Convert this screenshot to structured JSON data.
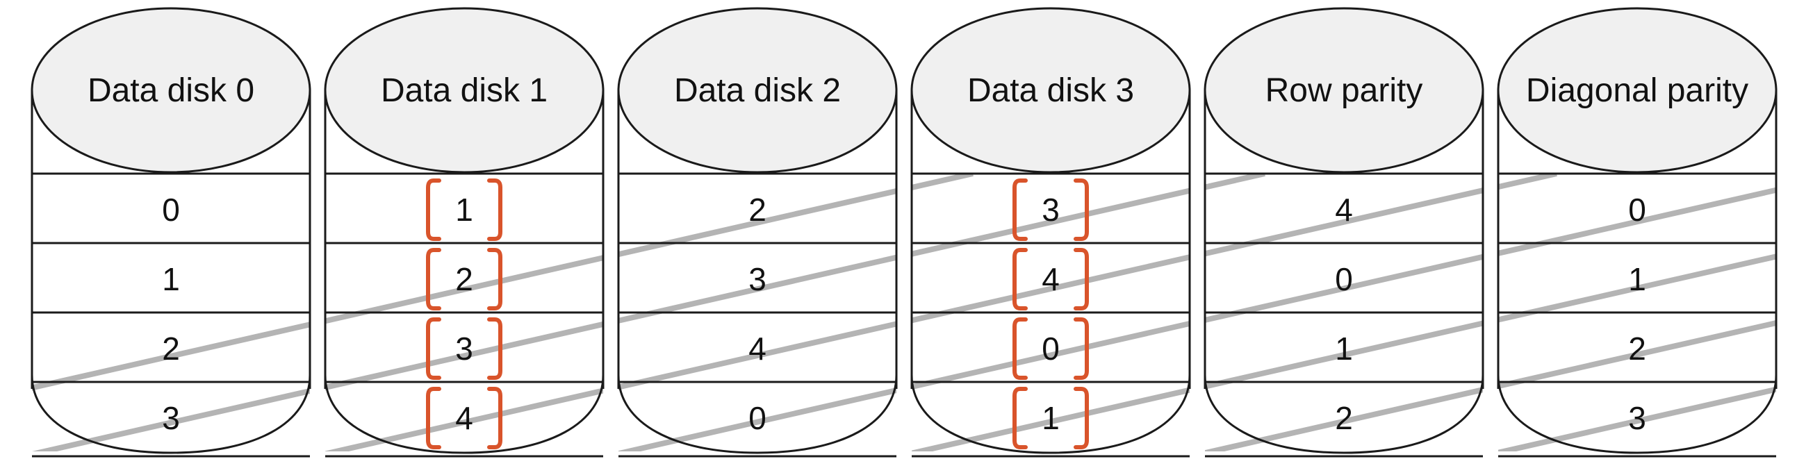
{
  "disks": [
    {
      "label": "Data disk 0",
      "cells": [
        "0",
        "1",
        "2",
        "3"
      ],
      "highlighted": [
        false,
        false,
        false,
        false
      ]
    },
    {
      "label": "Data disk 1",
      "cells": [
        "1",
        "2",
        "3",
        "4"
      ],
      "highlighted": [
        true,
        true,
        true,
        true
      ]
    },
    {
      "label": "Data disk 2",
      "cells": [
        "2",
        "3",
        "4",
        "0"
      ],
      "highlighted": [
        false,
        false,
        false,
        false
      ]
    },
    {
      "label": "Data disk 3",
      "cells": [
        "3",
        "4",
        "0",
        "1"
      ],
      "highlighted": [
        true,
        true,
        true,
        true
      ]
    },
    {
      "label": "Row parity",
      "cells": [
        "4",
        "0",
        "1",
        "2"
      ],
      "highlighted": [
        false,
        false,
        false,
        false
      ]
    },
    {
      "label": "Diagonal parity",
      "cells": [
        "0",
        "1",
        "2",
        "3"
      ],
      "highlighted": [
        false,
        false,
        false,
        false
      ]
    }
  ],
  "colors": {
    "outline": "#1a1a1a",
    "disk_top_fill": "#f0f0f0",
    "diagonal_line": "#b4b4b4",
    "bracket": "#d9542b"
  }
}
